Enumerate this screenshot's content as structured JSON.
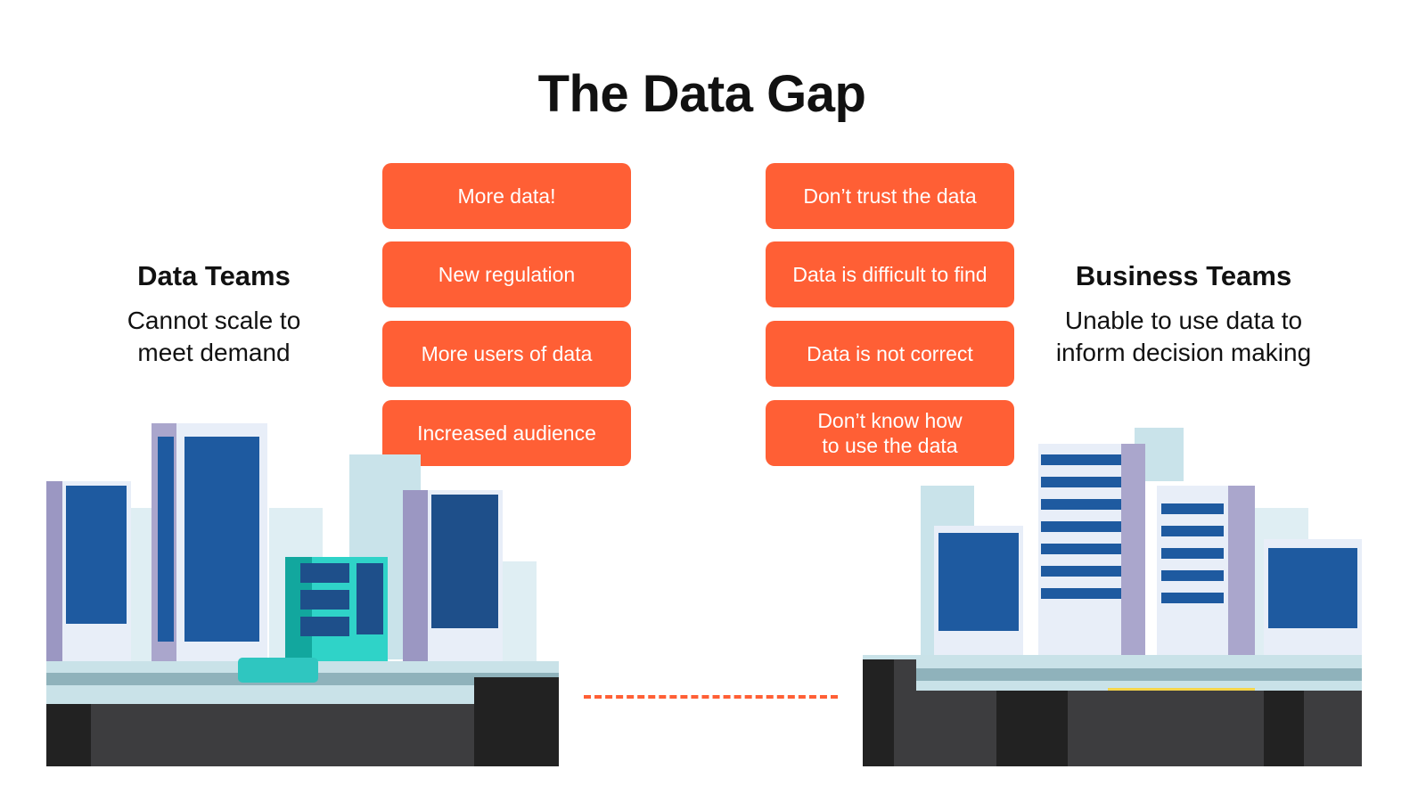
{
  "title": "The Data Gap",
  "left": {
    "heading": "Data Teams",
    "subtitle": "Cannot scale to\nmeet demand",
    "pressures": [
      "More data!",
      "New regulation",
      "More users of data",
      "Increased audience"
    ]
  },
  "right": {
    "heading": "Business Teams",
    "subtitle": "Unable to use data to\ninform decision making",
    "problems": [
      "Don’t trust the data",
      "Data is difficult to find",
      "Data is not correct",
      "Don’t know how\nto use the data"
    ]
  },
  "colors": {
    "accent": "#FF5F35",
    "ground": "#3d3d3f",
    "road": "#b9d6de",
    "window": "#1e5aa0"
  }
}
